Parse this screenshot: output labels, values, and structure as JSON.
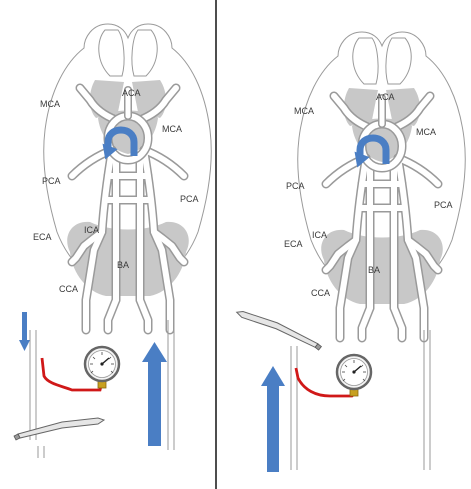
{
  "panels": [
    {
      "labels": {
        "mca_left": "MCA",
        "aca": "ACA",
        "mca_right": "MCA",
        "pca_left": "PCA",
        "pca_right": "PCA",
        "eca": "ECA",
        "ica": "ICA",
        "ba": "BA",
        "cca": "CCA"
      }
    },
    {
      "labels": {
        "mca_left": "MCA",
        "aca": "ACA",
        "mca_right": "MCA",
        "pca_left": "PCA",
        "pca_right": "PCA",
        "eca": "ECA",
        "ica": "ICA",
        "ba": "BA",
        "cca": "CCA"
      }
    }
  ],
  "icons": {
    "flow_arrow": "blue-arrow-icon",
    "circle_arrow": "curved-arrow-icon",
    "gauge": "pressure-gauge-icon",
    "clamp": "vascular-clamp-icon",
    "catheter": "catheter-icon"
  },
  "colors": {
    "arrow_blue": "#4a7ec4",
    "catheter_red": "#d01818",
    "brain_gray": "#c8c8c8",
    "vessel_outline": "#9a9a9a",
    "gauge_brass": "#c8a020"
  }
}
